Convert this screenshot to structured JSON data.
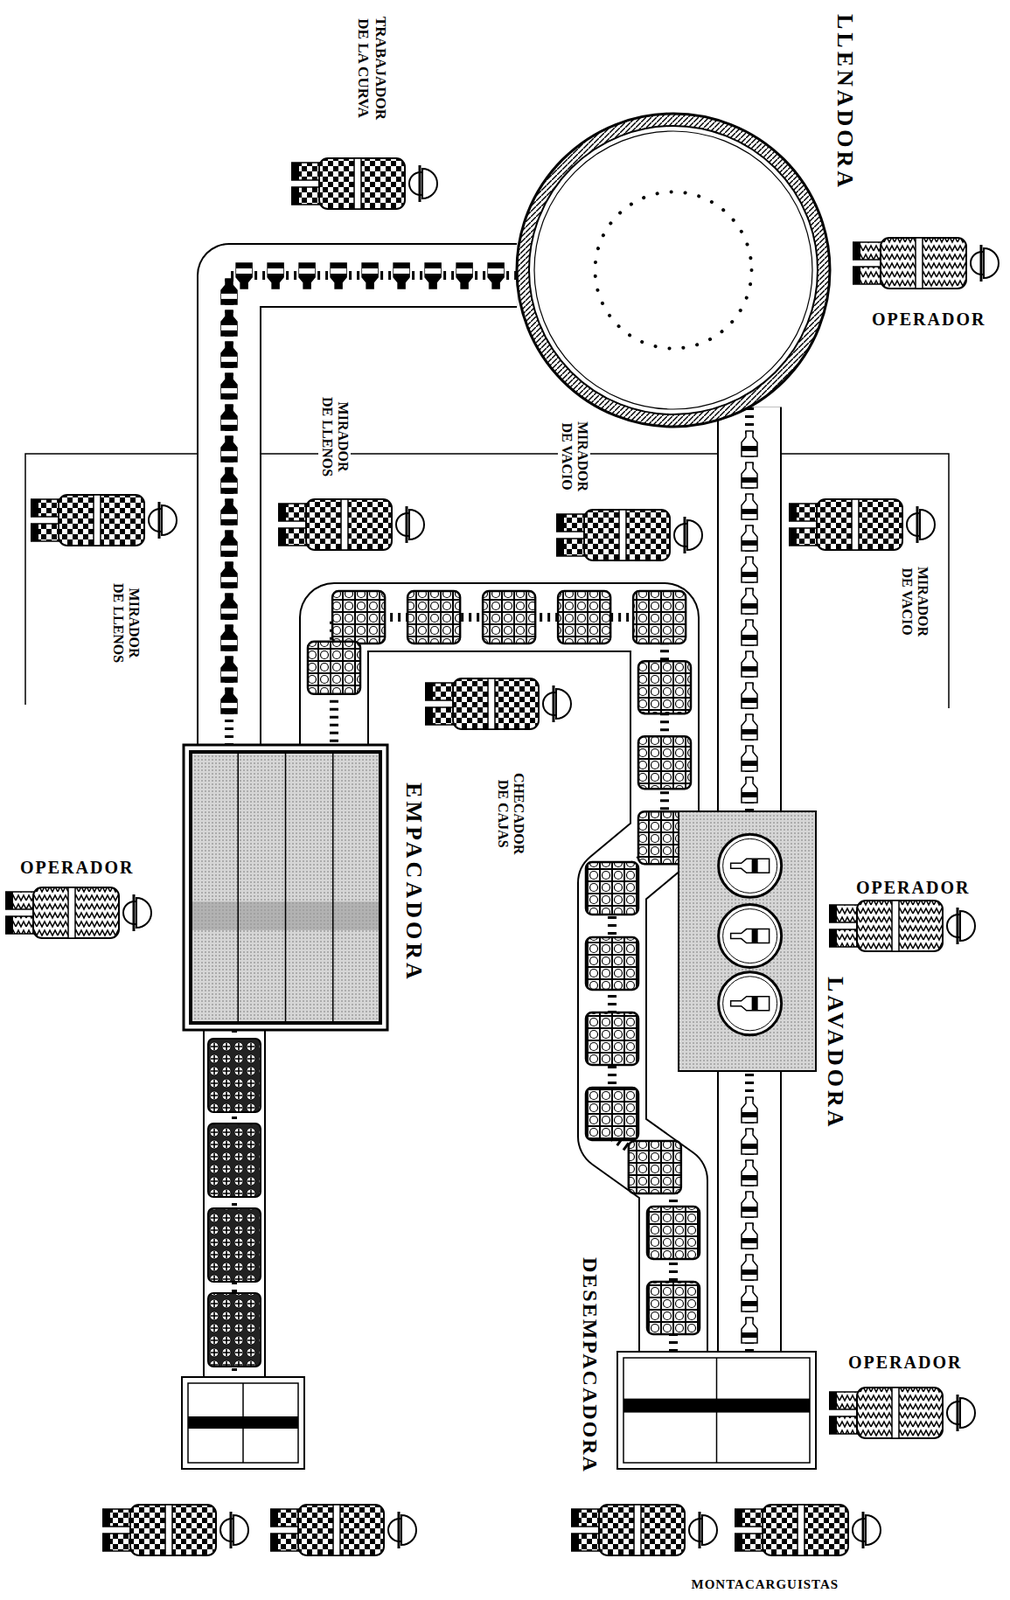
{
  "diagram": {
    "nodes": [
      {
        "text": [
          "LLENADORA"
        ]
      },
      {
        "text": [
          "LAVADORA"
        ]
      },
      {
        "text": [
          "EMPACADORA"
        ]
      },
      {
        "text": [
          "DESEMPACADORA"
        ]
      }
    ],
    "edges": [
      {
        "from": 3,
        "to": 1,
        "arrow": "none"
      },
      {
        "from": 1,
        "to": 0,
        "arrow": "none"
      },
      {
        "from": 0,
        "to": 2,
        "arrow": "none"
      },
      {
        "from": 3,
        "to": 2,
        "arrow": "none"
      }
    ],
    "labels": [
      "TRABAJADOR DE LA CURVA",
      "OPERADOR",
      "MIRADOR DE LLENOS",
      "MIRADOR DE VACIO",
      "MIRADOR DE VACIO",
      "MIRADOR DE LLENOS",
      "CHECADOR DE CAJAS",
      "OPERADOR",
      "OPERADOR",
      "OPERADOR",
      "MONTACARGUISTAS"
    ]
  }
}
